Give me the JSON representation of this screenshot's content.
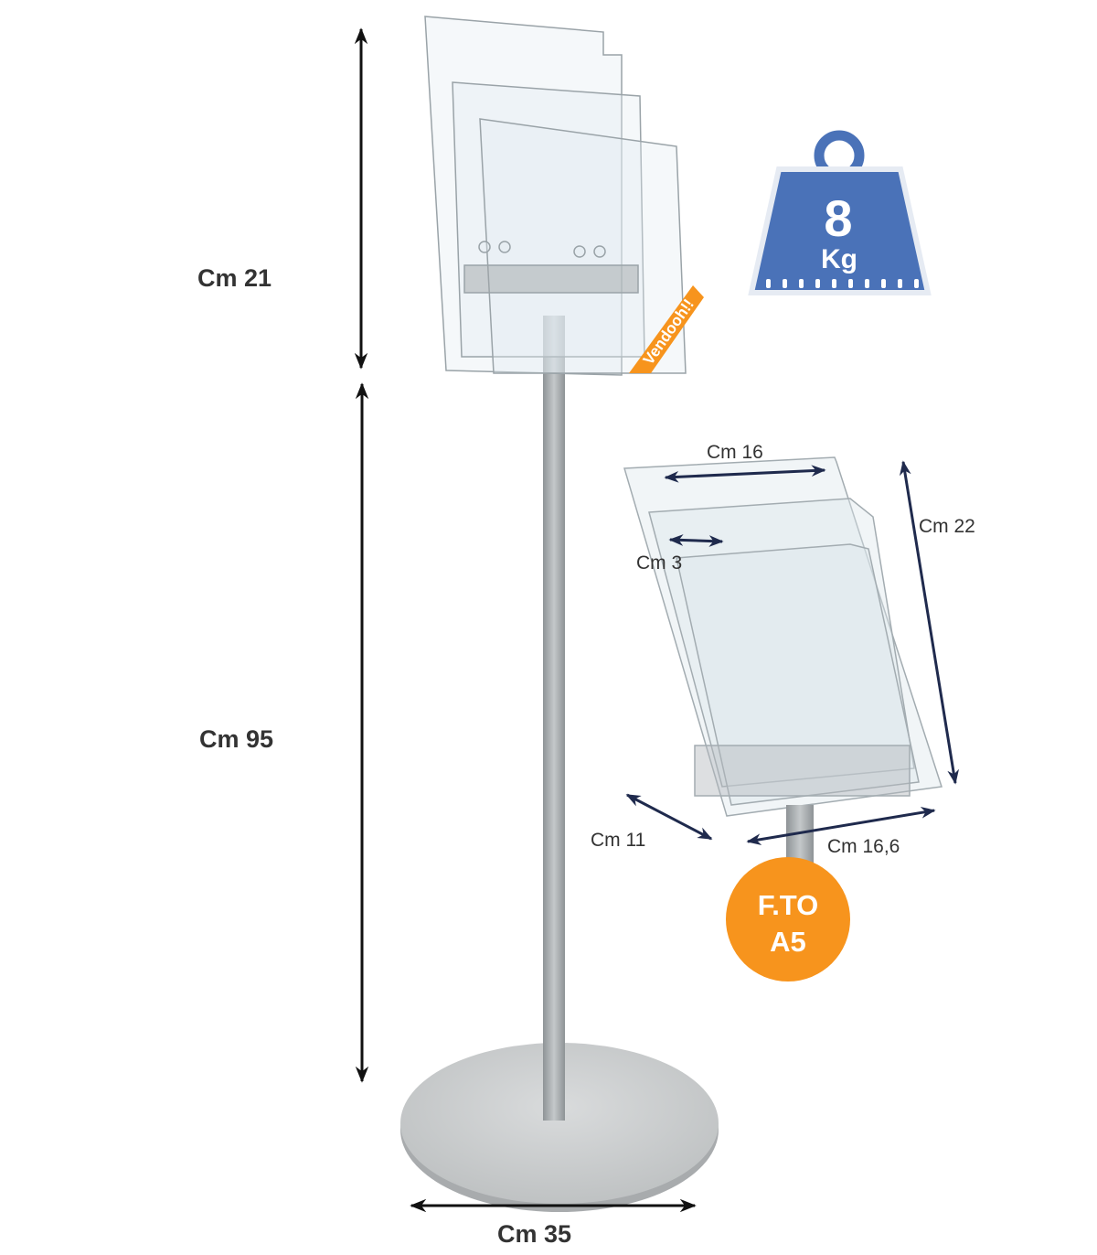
{
  "product": {
    "dimensions_main": {
      "holder_height": "Cm 21",
      "pole_height": "Cm 95",
      "base_diameter": "Cm 35"
    },
    "dimensions_detail": {
      "width_inner": "Cm 16",
      "pocket_depth": "Cm 3",
      "height": "Cm 22",
      "depth": "Cm 11",
      "width_outer": "Cm 16,6"
    },
    "weight": {
      "value": "8",
      "unit": "Kg",
      "color": "#4a72b8"
    },
    "format_badge": {
      "line1": "F.TO",
      "line2": "A5",
      "color": "#f7941d"
    },
    "brand_label": "Vendooh!!",
    "colors": {
      "arrow_main": "#111111",
      "arrow_detail": "#1f2a4d",
      "pole": "#a9adb0",
      "base": "#c9cbcc"
    }
  }
}
